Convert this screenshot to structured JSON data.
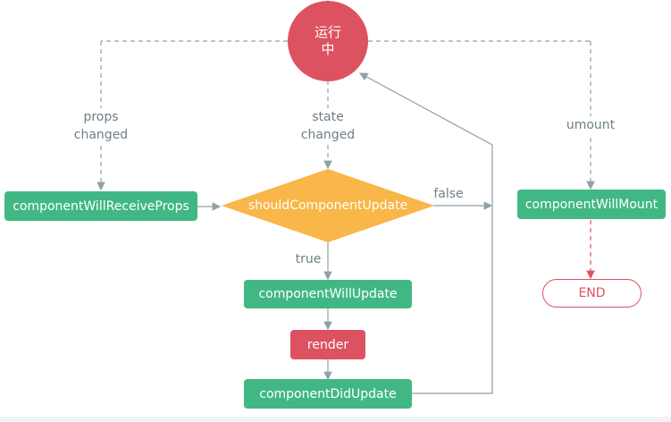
{
  "nodes": {
    "running_line1": "运行",
    "running_line2": "中",
    "will_receive_props": "componentWillReceiveProps",
    "should_update": "shouldComponentUpdate",
    "will_update": "componentWillUpdate",
    "render": "render",
    "did_update": "componentDidUpdate",
    "will_mount": "componentWillMount",
    "end": "END"
  },
  "edges": {
    "props_changed_line1": "props",
    "props_changed_line2": "changed",
    "state_changed_line1": "state",
    "state_changed_line2": "changed",
    "umount": "umount",
    "false_label": "false",
    "true_label": "true"
  },
  "colors": {
    "green": "#41b883",
    "red": "#dc5261",
    "orange": "#f9b649",
    "line": "#8fa1a8",
    "dashed": "#8fa1a8",
    "dashed_red": "#dc5261"
  }
}
